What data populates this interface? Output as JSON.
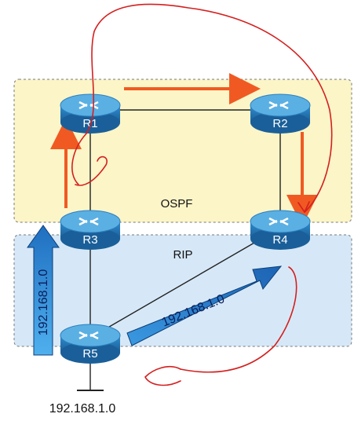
{
  "zones": {
    "ospf": {
      "label": "OSPF",
      "color": "#fbf5c8"
    },
    "rip": {
      "label": "RIP",
      "color": "#d6e8f7"
    }
  },
  "routers": {
    "r1": {
      "label": "R1"
    },
    "r2": {
      "label": "R2"
    },
    "r3": {
      "label": "R3"
    },
    "r4": {
      "label": "R4"
    },
    "r5": {
      "label": "R5"
    }
  },
  "networks": {
    "lan": {
      "label": "192.168.1.0"
    },
    "vertical_arrow": {
      "label": "192.168.1.0"
    },
    "diagonal_arrow": {
      "label": "192.168.1.0"
    }
  },
  "colors": {
    "router_fill": "#2b86c4",
    "router_top": "#5bb0e3",
    "flow_arrow": "#f05a22",
    "annotation": "#d42020",
    "route_arrow": "#2f8fd6"
  }
}
